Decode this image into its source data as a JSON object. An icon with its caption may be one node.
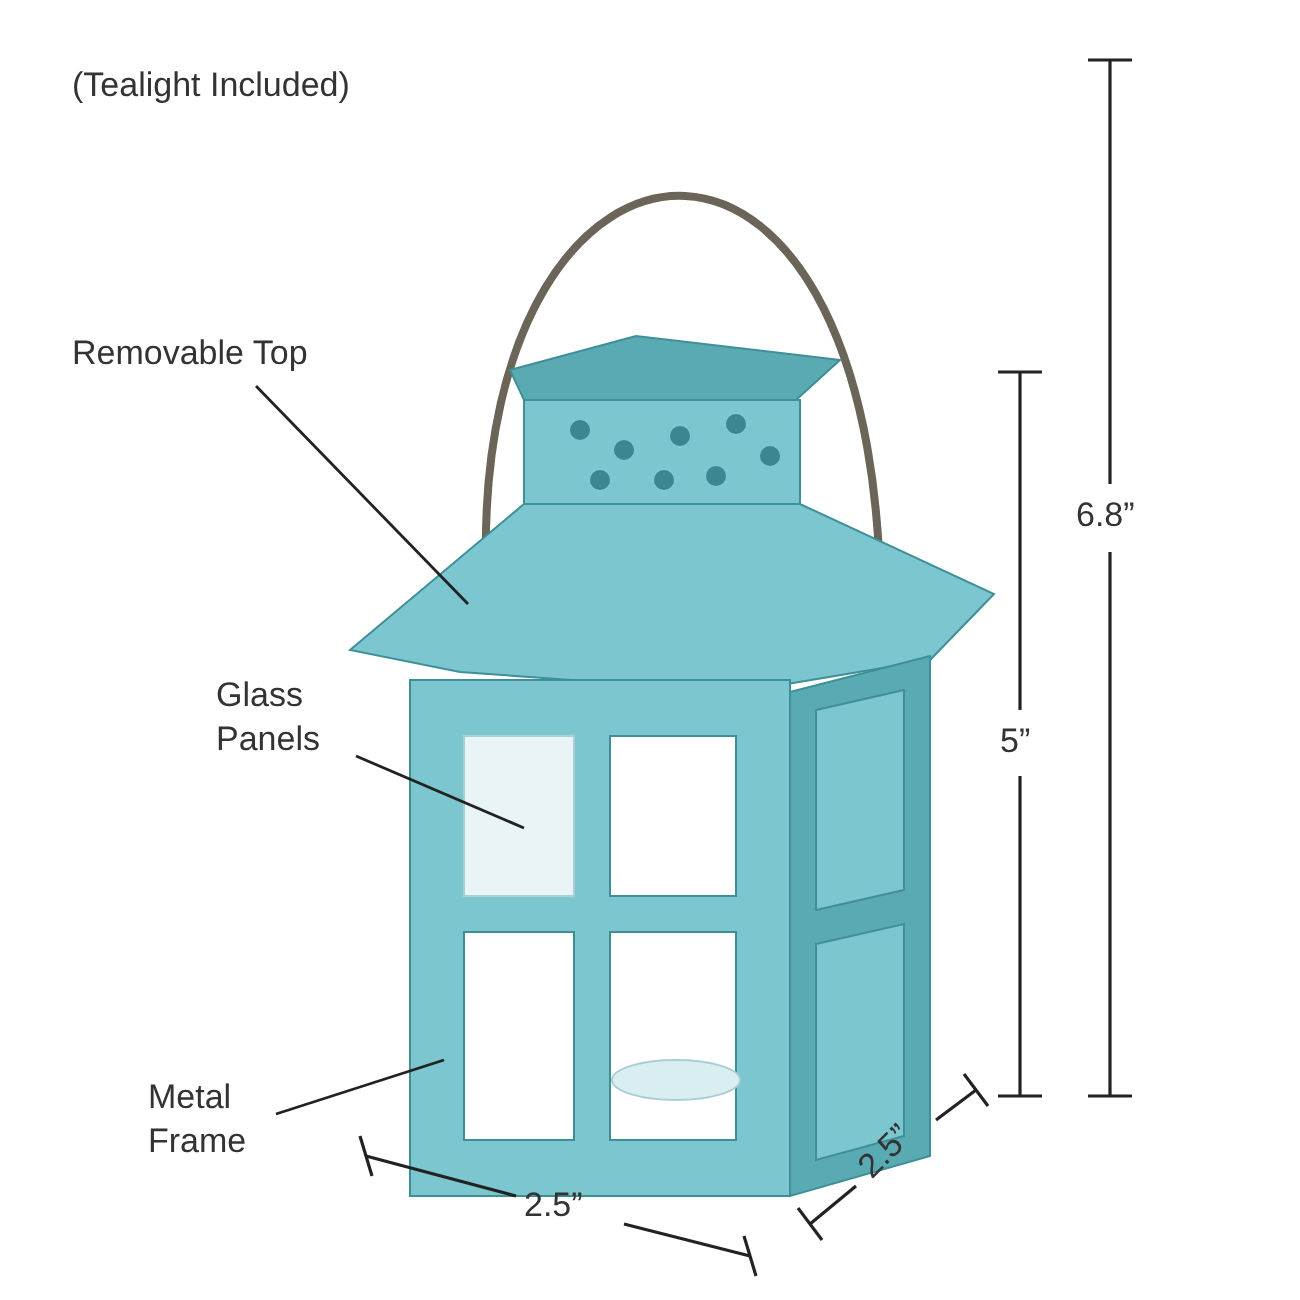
{
  "diagram": {
    "nodes": [
      {
        "text": [
          "Removable Top"
        ]
      },
      {
        "text": [],
        "shape": "picture"
      },
      {
        "text": [
          "Glass Panels"
        ]
      },
      {
        "text": [],
        "shape": "box",
        "in": 5
      },
      {
        "text": [
          "Metal Frame"
        ]
      },
      {
        "text": [],
        "shape": "picture"
      }
    ],
    "edges": [
      {
        "from": 0,
        "to": 1,
        "arrow": "none"
      },
      {
        "from": 2,
        "to": 3,
        "arrow": "none"
      },
      {
        "from": 4,
        "to": 5,
        "arrow": "none"
      }
    ],
    "labels": [
      "(Tealight Included)",
      "6.8”",
      "5”",
      "2.5”",
      "2.5”"
    ]
  }
}
